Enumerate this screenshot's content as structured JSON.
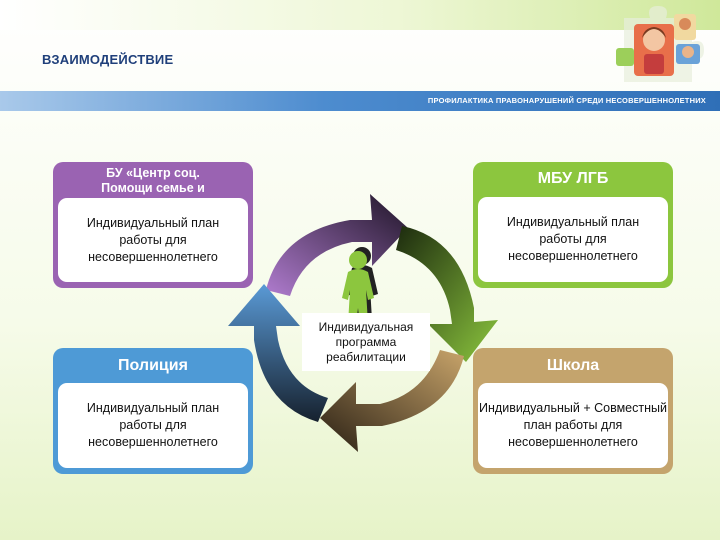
{
  "header": {
    "title": "ВЗАИМОДЕЙСТВИЕ",
    "subtitle": "ПРОФИЛАКТИКА ПРАВОНАРУШЕНИЙ СРЕДИ НЕСОВЕРШЕННОЛЕТНИХ"
  },
  "cards": {
    "top_left": {
      "title_line1": "БУ «Центр соц.",
      "title_line2": "Помощи семье и",
      "body_line1": "Индивидуальный план",
      "body_line2": "работы  для",
      "body_line3": "несовершеннолетнего",
      "color": "#9a63b2"
    },
    "top_right": {
      "title": "МБУ ЛГБ",
      "body_line1": "Индивидуальный план",
      "body_line2": "работы  для",
      "body_line3": "несовершеннолетнего",
      "color": "#8cc63e"
    },
    "bottom_left": {
      "title": "Полиция",
      "body_line1": "Индивидуальный план",
      "body_line2": "работы  для",
      "body_line3": "несовершеннолетнего",
      "color": "#4e9ad6"
    },
    "bottom_right": {
      "title": "Школа",
      "body_line1": "Индивидуальный  + Совместный",
      "body_line2": "план  работы  для",
      "body_line3": "несовершеннолетнего",
      "color": "#c4a46d"
    }
  },
  "center": {
    "line1": "Индивидуальная",
    "line2": "программа",
    "line3": "реабилитации",
    "icon": "person-icon"
  },
  "colors": {
    "title": "#1f3f7a",
    "band": "#2f6fb7",
    "arrow_purple": "#7a4a96",
    "arrow_green": "#5f8f22",
    "arrow_blue": "#3f6f9f",
    "arrow_brown": "#8a6a3a",
    "figure": "#8cc63e"
  }
}
